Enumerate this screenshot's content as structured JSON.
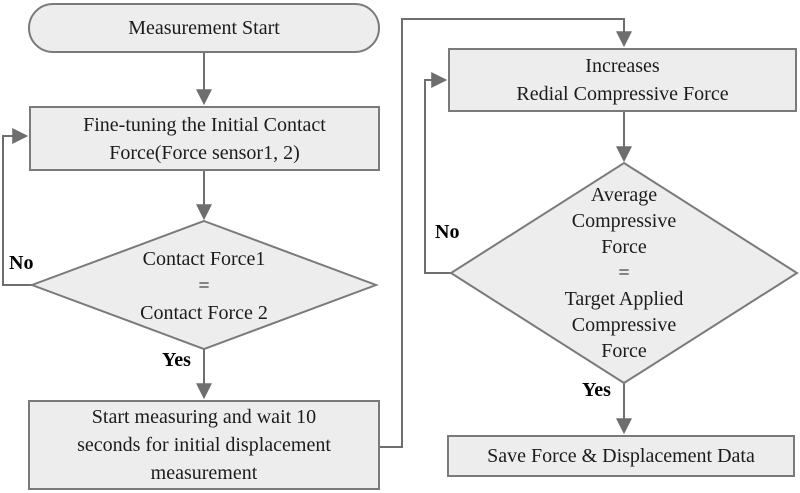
{
  "style": {
    "node_fill": "#ededed",
    "node_border": "#7a7a7a",
    "line_color": "#6e6e6e",
    "text_color": "#1b1b1b",
    "label_color": "#000000",
    "background": "#ffffff"
  },
  "nodes": {
    "start": {
      "shape": "stadium",
      "label": "Measurement Start"
    },
    "fine_tune": {
      "shape": "process",
      "lines": [
        "Fine-tuning the Initial Contact",
        "Force(Force sensor1, 2)"
      ]
    },
    "contact_check": {
      "shape": "decision",
      "lines": [
        "Contact Force1",
        "=",
        "Contact Force 2"
      ]
    },
    "start_measuring": {
      "shape": "process",
      "lines": [
        "Start measuring and wait 10",
        "seconds for initial displacement",
        "measurement"
      ]
    },
    "increase_force": {
      "shape": "process",
      "lines": [
        "Increases",
        "Redial Compressive Force"
      ]
    },
    "average_check": {
      "shape": "decision",
      "lines": [
        "Average",
        "Compressive",
        "Force",
        "=",
        "Target Applied",
        "Compressive",
        "Force"
      ]
    },
    "save_data": {
      "shape": "process",
      "label": "Save Force & Displacement Data"
    }
  },
  "edge_labels": {
    "contact_no": "No",
    "contact_yes": "Yes",
    "average_no": "No",
    "average_yes": "Yes"
  }
}
